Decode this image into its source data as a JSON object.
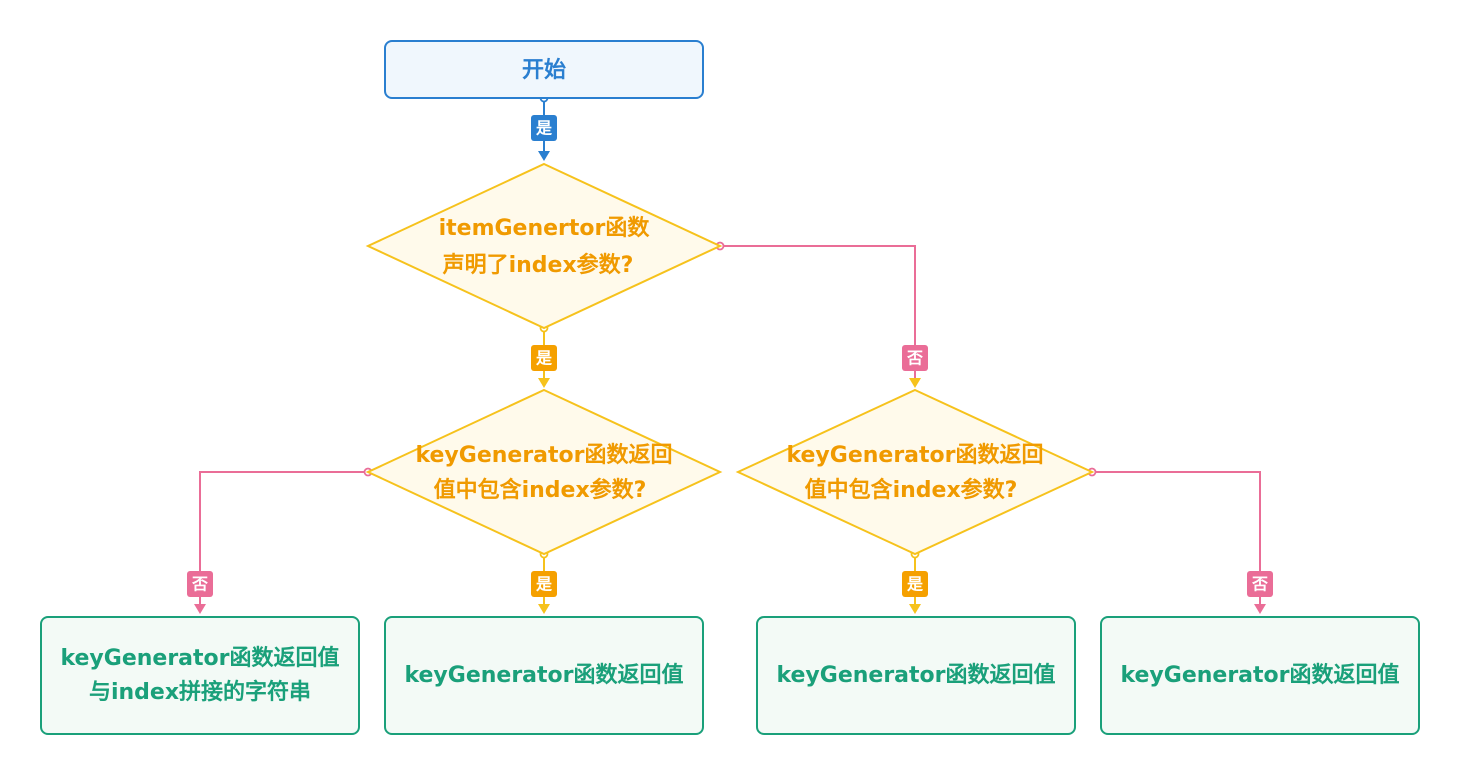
{
  "start": {
    "label": "开始"
  },
  "decision_1": {
    "lines": [
      "itemGenertor函数",
      "声明了index参数?"
    ]
  },
  "decision_2_left": {
    "lines": [
      "keyGenerator函数返回",
      "值中包含index参数?"
    ]
  },
  "decision_2_right": {
    "lines": [
      "keyGenerator函数返回",
      "值中包含index参数?"
    ]
  },
  "result_1": {
    "lines": [
      "keyGenerator函数返回值",
      "与index拼接的字符串"
    ]
  },
  "result_2": {
    "lines": [
      "keyGenerator函数返回值"
    ]
  },
  "result_3": {
    "lines": [
      "keyGenerator函数返回值"
    ]
  },
  "result_4": {
    "lines": [
      "keyGenerator函数返回值"
    ]
  },
  "badges": {
    "yes": "是",
    "no": "否"
  },
  "colors": {
    "start_border": "#2a7fd0",
    "start_fill": "#f0f7fd",
    "decision_border": "#f6c21c",
    "decision_fill": "#fffaeb",
    "decision_text": "#f09a00",
    "result_border": "#1aa07a",
    "result_fill": "#f3faf6",
    "yes_badge_orange": "#f5a000",
    "yes_badge_blue": "#2a7fd0",
    "no_badge": "#ea6d97",
    "no_line": "#ea6d97",
    "yes_line": "#f6c21c"
  }
}
